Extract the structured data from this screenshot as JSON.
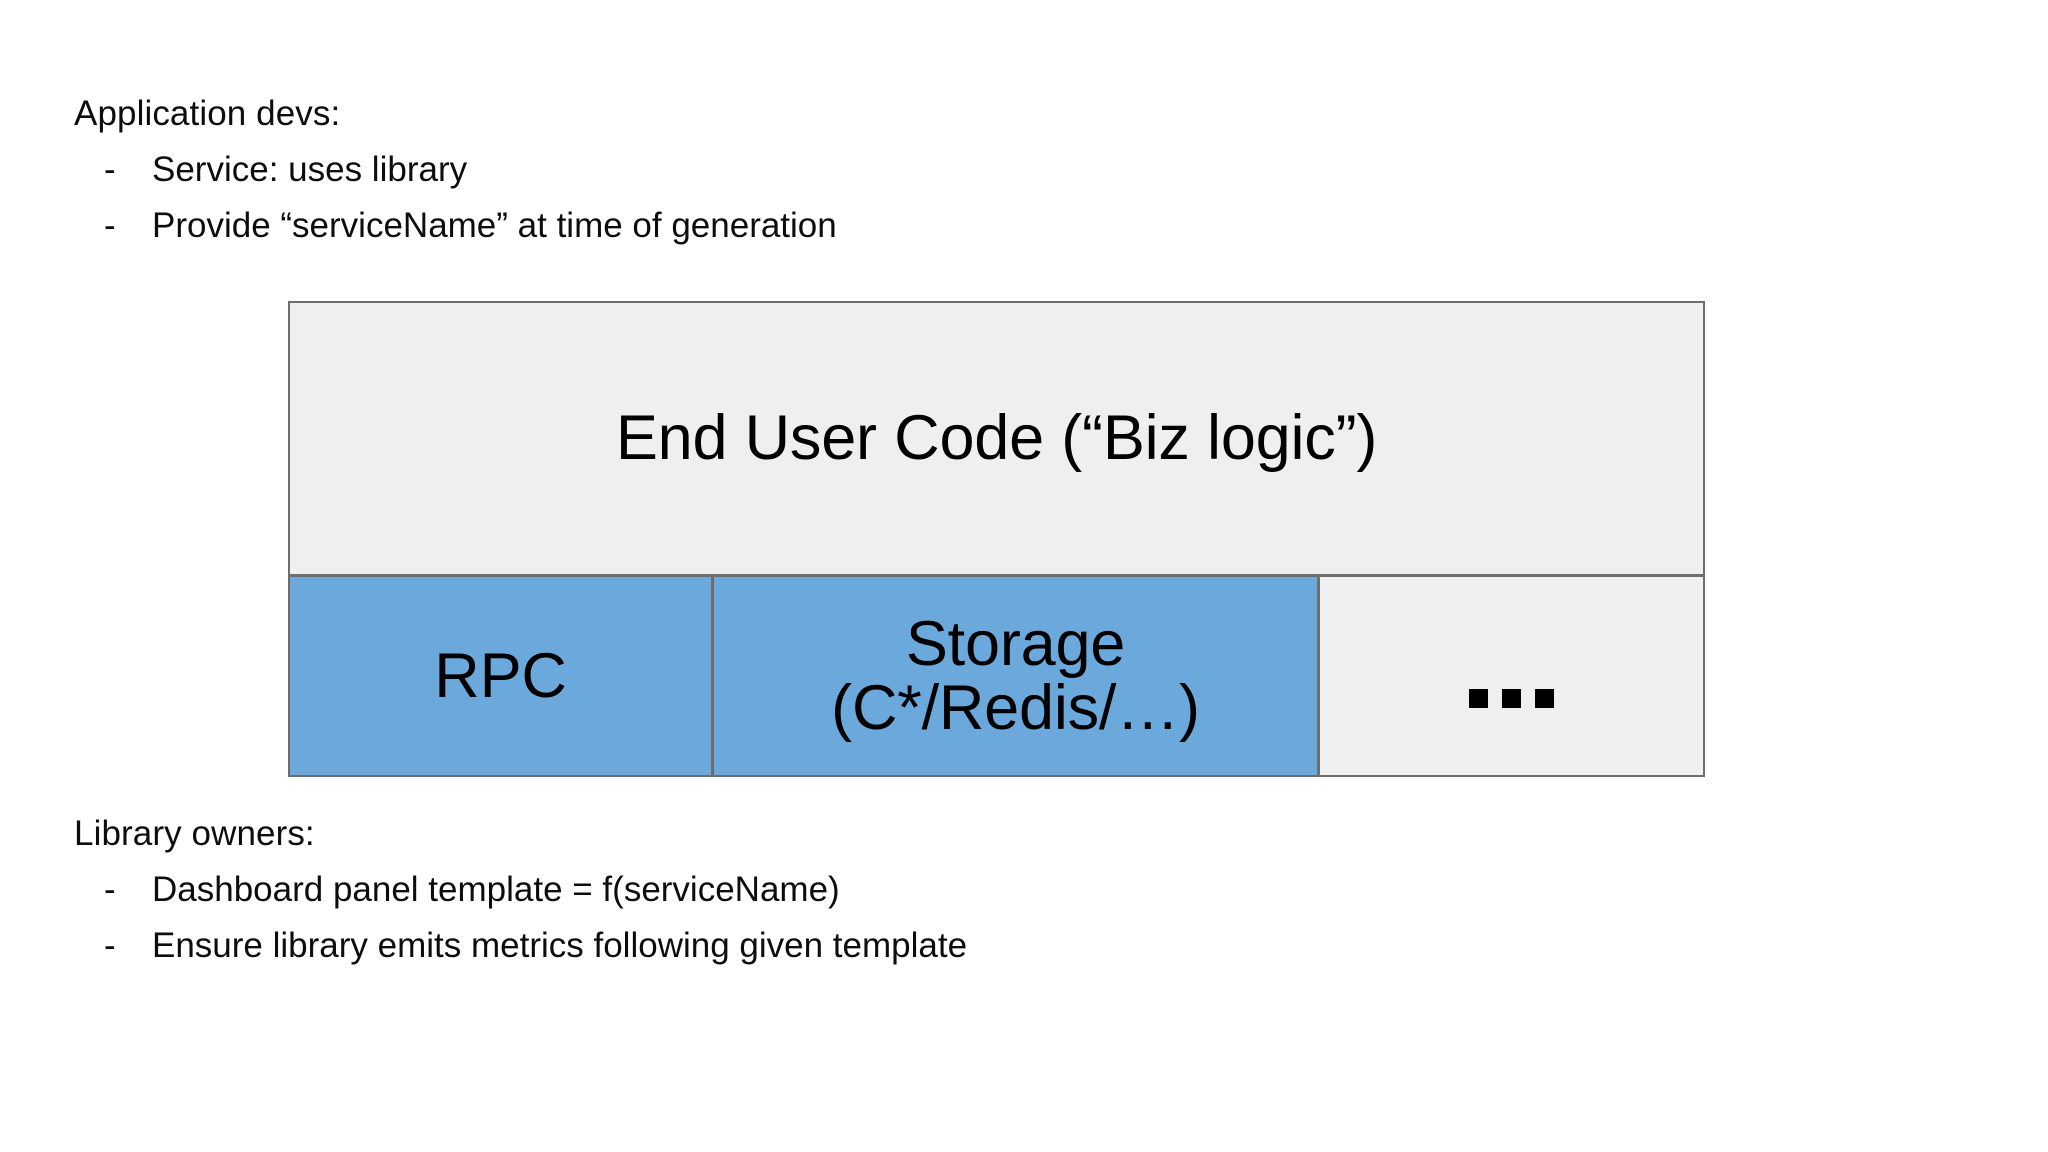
{
  "slide": {
    "background_color": "#ffffff",
    "top_block": {
      "heading": "Application devs:",
      "bullets": [
        {
          "marker": "-",
          "text": "Service: uses library"
        },
        {
          "marker": "-",
          "text": "Provide “serviceName” at time of generation"
        }
      ]
    },
    "bottom_block": {
      "heading": "Library owners:",
      "bullets": [
        {
          "marker": "-",
          "text": "Dashboard panel template = f(serviceName)"
        },
        {
          "marker": "-",
          "text": "Ensure library emits metrics following given template"
        }
      ]
    },
    "diagram": {
      "colors": {
        "gray_fill": "#efefef",
        "blue_fill": "#6ba9dd",
        "border": "#6e6e6e"
      },
      "top_row": {
        "label": "End User Code (“Biz logic”)",
        "fill": "gray"
      },
      "bottom_row": [
        {
          "label": "RPC",
          "fill": "blue"
        },
        {
          "label_line1": "Storage",
          "label_line2": "(C*/Redis/…)",
          "fill": "blue"
        },
        {
          "label": "…",
          "fill": "gray"
        }
      ]
    }
  }
}
